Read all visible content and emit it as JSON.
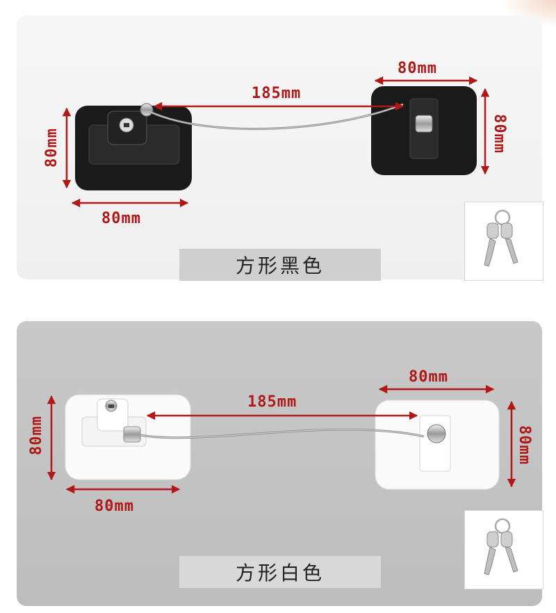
{
  "variants": [
    {
      "title": "方形黑色",
      "dim_cable": "185mm",
      "dim_left_width": "80mm",
      "dim_left_height": "80mm",
      "dim_right_width": "80mm",
      "dim_right_height": "80mm",
      "color": "#1a1a1a"
    },
    {
      "title": "方形白色",
      "dim_cable": "185mm",
      "dim_left_width": "80mm",
      "dim_left_height": "80mm",
      "dim_right_width": "80mm",
      "dim_right_height": "80mm",
      "color": "#ffffff"
    }
  ],
  "accent_color": "#b01818"
}
